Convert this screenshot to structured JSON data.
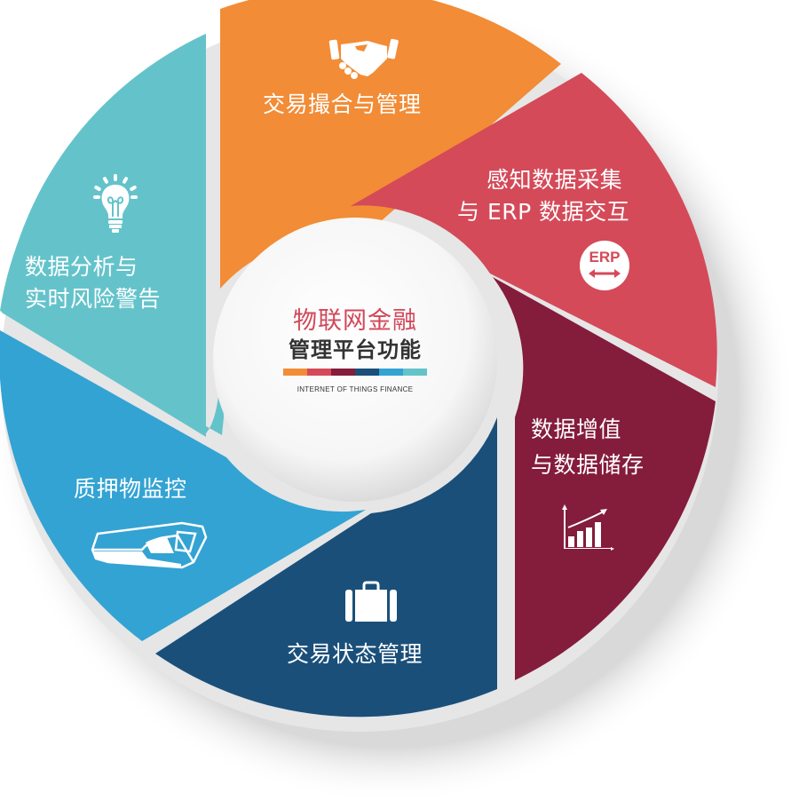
{
  "center": {
    "title_line1": "物联网金融",
    "title_line2": "管理平台功能",
    "subtitle": "INTERNET OF THINGS FINANCE",
    "color_bar": [
      "#f28c36",
      "#d44a59",
      "#841c3c",
      "#1a4f7a",
      "#33a3d3",
      "#64c3ca"
    ]
  },
  "segments": [
    {
      "id": "matching",
      "label_lines": [
        "交易撮合与管理"
      ],
      "icon": "handshake-icon",
      "color": "#f28c36"
    },
    {
      "id": "erp",
      "label_lines": [
        "感知数据采集",
        "与 ERP 数据交互"
      ],
      "icon": "erp-icon",
      "icon_text": "ERP",
      "color": "#d44a59"
    },
    {
      "id": "storage",
      "label_lines": [
        "数据增值",
        "与数据储存"
      ],
      "icon": "bar-chart-icon",
      "color": "#841c3c"
    },
    {
      "id": "status",
      "label_lines": [
        "交易状态管理"
      ],
      "icon": "briefcase-icon",
      "color": "#1a4f7a"
    },
    {
      "id": "collateral",
      "label_lines": [
        "质押物监控"
      ],
      "icon": "scanner-device-icon",
      "color": "#33a3d3"
    },
    {
      "id": "analysis",
      "label_lines": [
        "数据分析与",
        "实时风险警告"
      ],
      "icon": "lightbulb-icon",
      "color": "#64c3ca"
    }
  ],
  "colors": {
    "gap_shadow": "#e4e4e4",
    "text_on_segment": "#ffffff"
  }
}
